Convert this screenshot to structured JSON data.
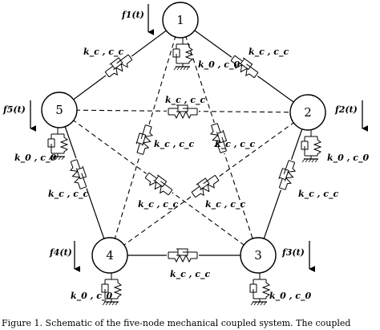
{
  "nodes": [
    {
      "id": "node-1",
      "label": "1"
    },
    {
      "id": "node-2",
      "label": "2"
    },
    {
      "id": "node-3",
      "label": "3"
    },
    {
      "id": "node-4",
      "label": "4"
    },
    {
      "id": "node-5",
      "label": "5"
    }
  ],
  "forces": [
    "f1(t)",
    "f2(t)",
    "f3(t)",
    "f4(t)",
    "f5(t)"
  ],
  "coupling_label": "k_c , c_c",
  "ground_label": "k_0 , c_0",
  "caption": "Figure 1. Schematic of the five-node mechanical coupled system. The coupled"
}
